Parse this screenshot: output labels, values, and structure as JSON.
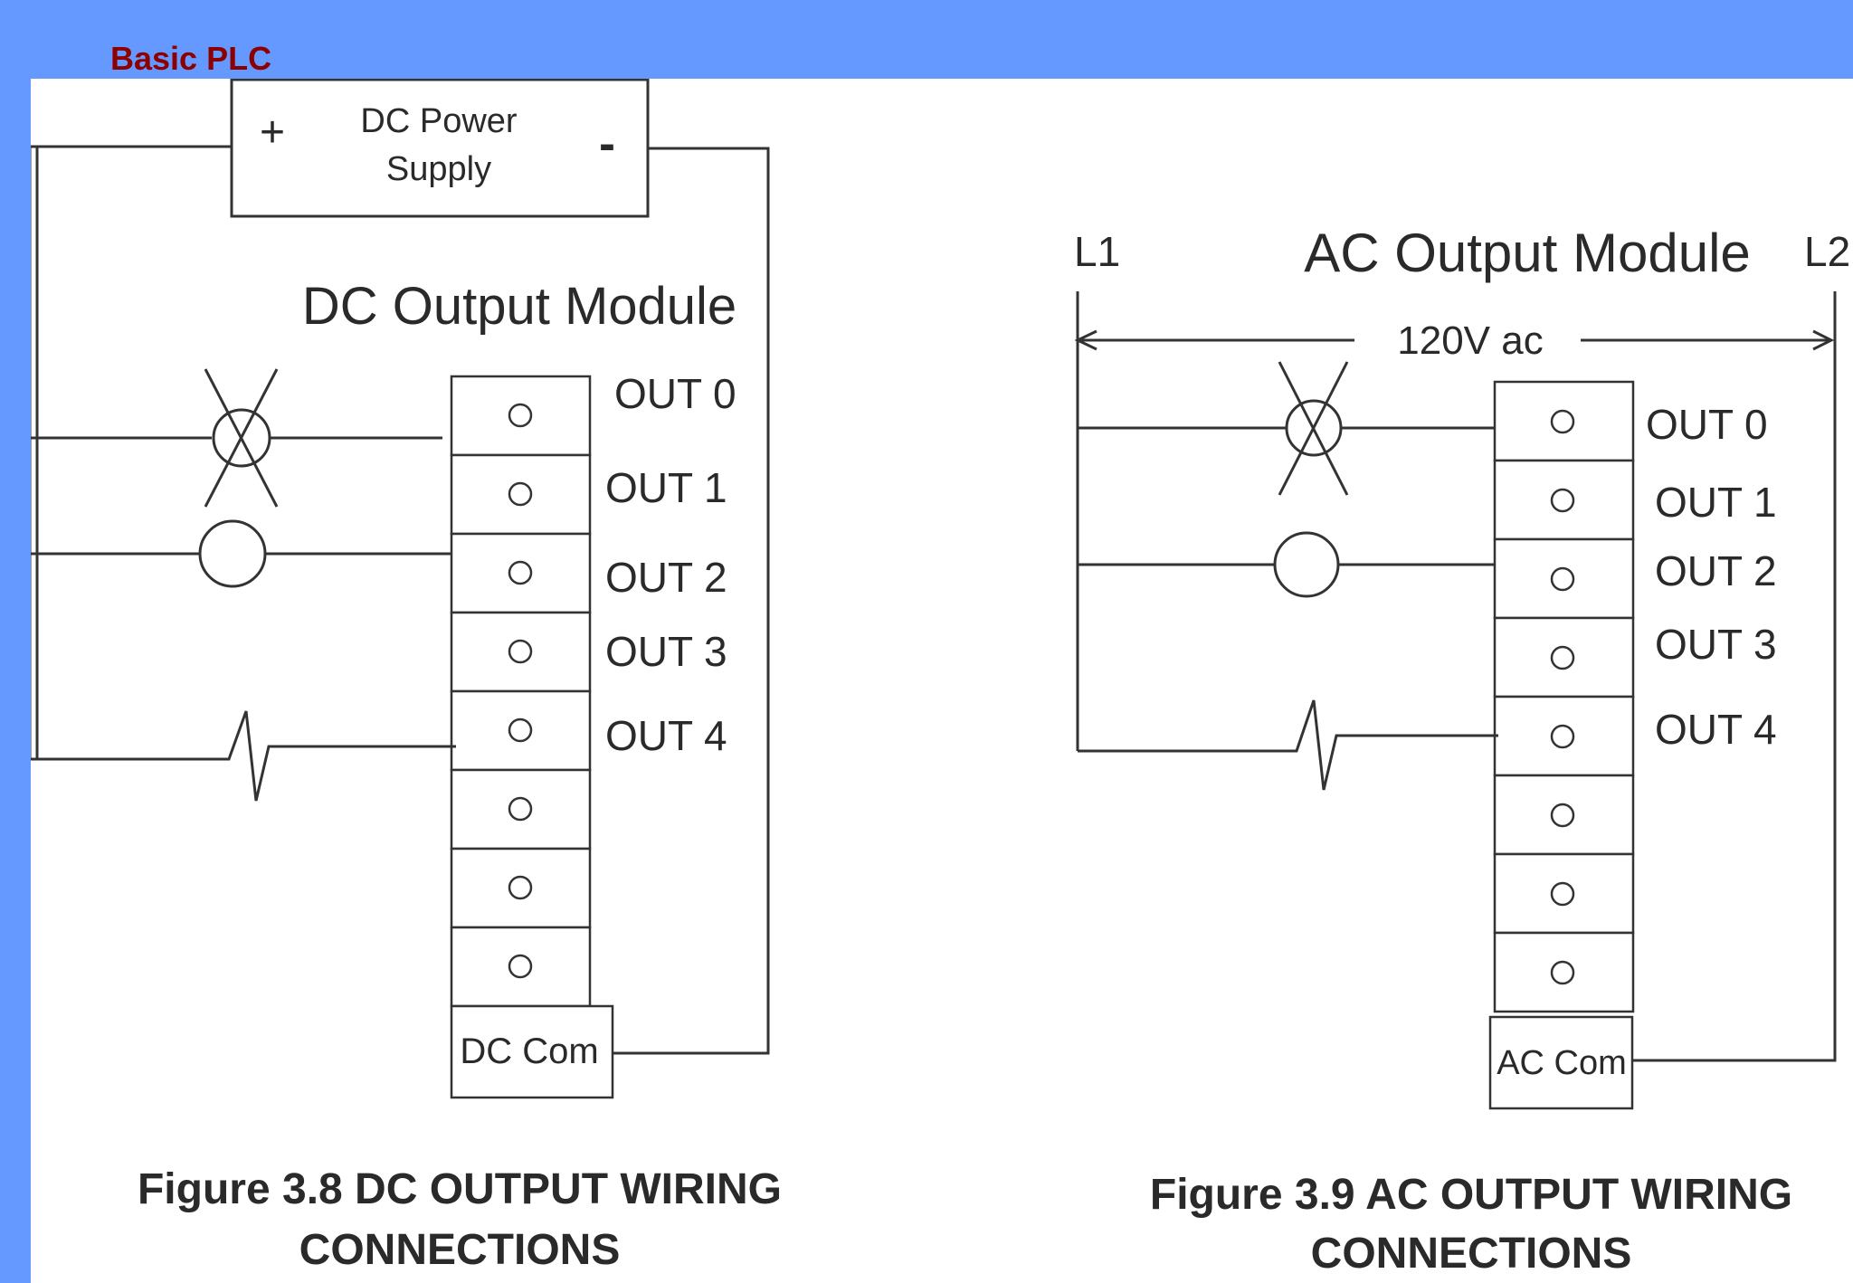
{
  "slide": {
    "title": "Basic PLC"
  },
  "dc_figure": {
    "power_supply": {
      "plus": "+",
      "label_line1": "DC Power",
      "label_line2": "Supply",
      "minus": "-"
    },
    "module_title": "DC Output Module",
    "outputs": [
      "OUT 0",
      "OUT 1",
      "OUT 2",
      "OUT 3",
      "OUT 4"
    ],
    "common_label": "DC Com",
    "caption_line1": "Figure 3.8  DC OUTPUT WIRING",
    "caption_line2": "CONNECTIONS"
  },
  "ac_figure": {
    "line1_label": "L1",
    "line2_label": "L2",
    "module_title": "AC Output Module",
    "voltage_label": "120V ac",
    "outputs": [
      "OUT 0",
      "OUT 1",
      "OUT 2",
      "OUT 3",
      "OUT 4"
    ],
    "common_label": "AC Com",
    "caption_line1": "Figure 3.9 AC OUTPUT WIRING",
    "caption_line2": "CONNECTIONS"
  },
  "colors": {
    "background": "#6699ff",
    "title": "#8b0000",
    "canvas": "#ffffff",
    "line": "#333333"
  }
}
